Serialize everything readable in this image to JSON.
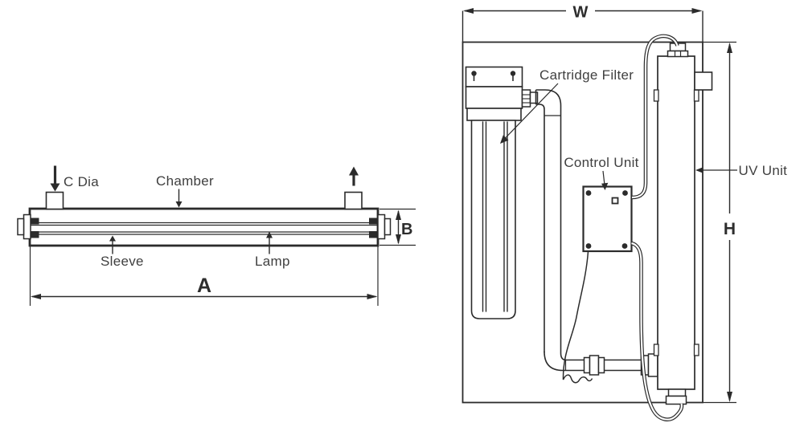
{
  "colors": {
    "line": "#2b2b2b",
    "text": "#3f3f3f",
    "dim": "#2d2d2d",
    "bg": "#ffffff"
  },
  "chamber_view": {
    "labels": {
      "c_dia": "C Dia",
      "chamber": "Chamber",
      "sleeve": "Sleeve",
      "lamp": "Lamp"
    },
    "dimensions": {
      "length": "A",
      "diameter": "B"
    }
  },
  "installation_view": {
    "labels": {
      "cartridge_filter": "Cartridge Filter",
      "control_unit": "Control Unit",
      "uv_unit": "UV Unit"
    },
    "dimensions": {
      "width": "W",
      "height": "H"
    }
  }
}
